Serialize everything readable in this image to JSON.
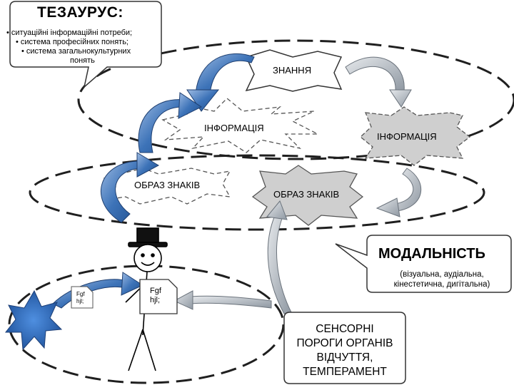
{
  "thesaurus": {
    "title": "ТЕЗАУРУС:",
    "items": [
      "• ситуаційні інформаційні потреби;",
      "• система професійних понять;",
      "• система загальнокультурних",
      "понять"
    ]
  },
  "labels": {
    "knowledge": "ЗНАННЯ",
    "information_burst": "ІНФОРМАЦІЯ",
    "information_box": "ІНФОРМАЦІЯ",
    "sign_image_burst": "ОБРАЗ ЗНАКІВ",
    "sign_image_box": "ОБРАЗ ЗНАКІВ"
  },
  "modality": {
    "title": "МОДАЛЬНІСТЬ",
    "subtitle_line1": "(візуальна, аудіальна,",
    "subtitle_line2": "кінестетична, дигітальна)"
  },
  "sensory": {
    "line1": "СЕНСОРНІ",
    "line2": "ПОРОГИ ОРГАНІВ",
    "line3": "ВІДЧУТТЯ,",
    "line4": "ТЕМПЕРАМЕНТ"
  },
  "note_big": {
    "line1": "Fgf",
    "line2": "hjl;"
  },
  "note_small": {
    "line1": "Fgf",
    "line2": "hjl;"
  },
  "colors": {
    "dashed_ellipse": "#1f1f1f",
    "blue_arrow": "#2e63a8",
    "blue_arrow_light": "#7fa6d6",
    "grey_arrow": "#9aa3ad",
    "grey_arrow_light": "#d4d9de",
    "grey_box": "#cfcfcf",
    "star_blue": "#2f6fbf"
  }
}
